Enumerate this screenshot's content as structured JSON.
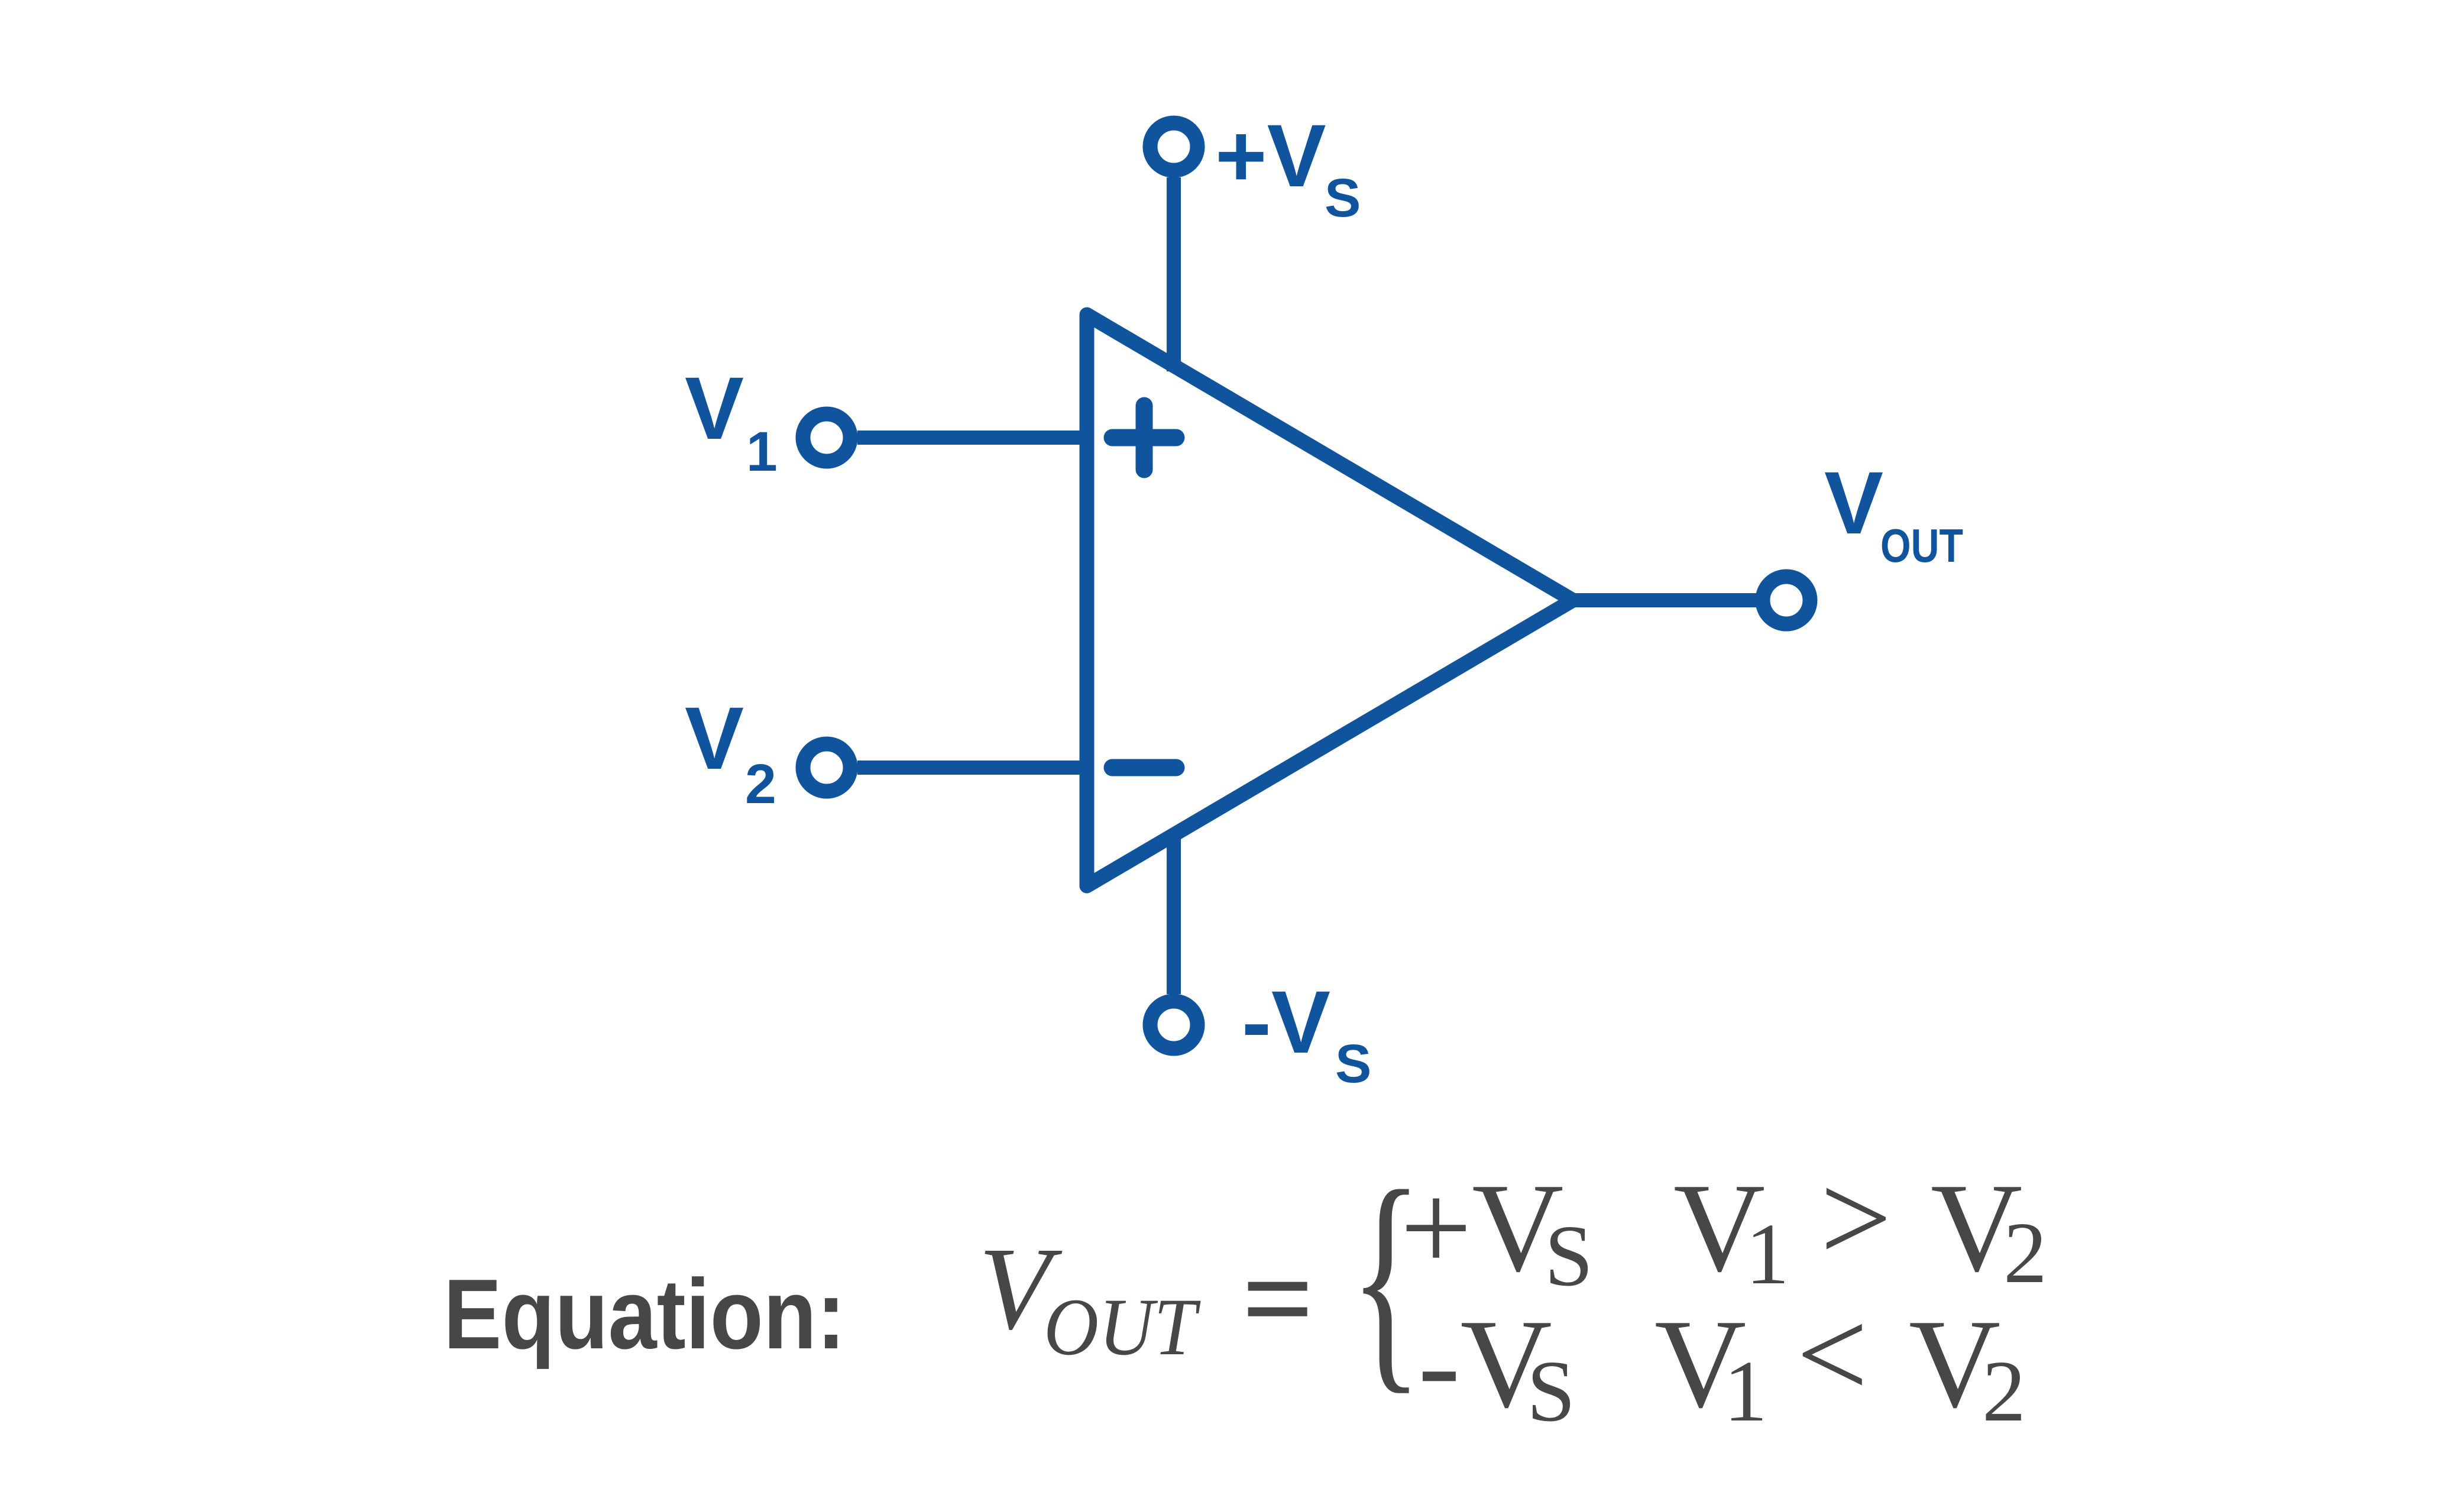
{
  "colors": {
    "diagram_blue": "#10549E",
    "equation_gray": "#474747",
    "background": "#FFFFFF"
  },
  "opamp": {
    "input1": {
      "base": "V",
      "sub": "1"
    },
    "input2": {
      "base": "V",
      "sub": "2"
    },
    "supply_positive": {
      "base": "+V",
      "sub": "S"
    },
    "supply_negative": {
      "base": "-V",
      "sub": "S"
    },
    "output": {
      "base": "V",
      "sub": "OUT"
    },
    "noninverting_symbol": "+",
    "inverting_symbol": "−"
  },
  "equation": {
    "heading": "Equation:",
    "lhs": {
      "base": "V",
      "sub": "OUT"
    },
    "equals": "=",
    "brace": "{",
    "cases": [
      {
        "value": "+V",
        "value_sub": "S",
        "left": "V",
        "left_sub": "1",
        "op": ">",
        "right": "V",
        "right_sub": "2"
      },
      {
        "value": "-V",
        "value_sub": "S",
        "left": "V",
        "left_sub": "1",
        "op": "<",
        "right": "V",
        "right_sub": "2"
      }
    ]
  }
}
